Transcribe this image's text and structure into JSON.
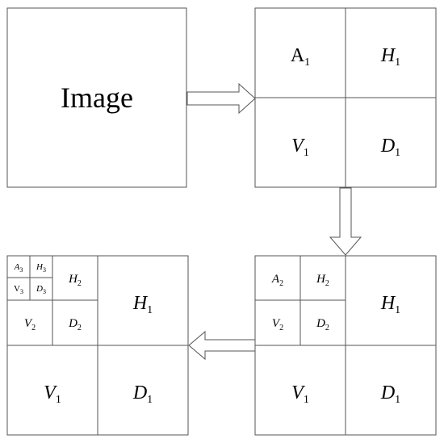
{
  "image_block": {
    "label": "Image"
  },
  "level1": {
    "A": {
      "base": "A",
      "sub": "1"
    },
    "H": {
      "base": "H",
      "sub": "1"
    },
    "V": {
      "base": "V",
      "sub": "1"
    },
    "D": {
      "base": "D",
      "sub": "1"
    }
  },
  "level2": {
    "A2": {
      "base": "A",
      "sub": "2"
    },
    "H2": {
      "base": "H",
      "sub": "2"
    },
    "V2": {
      "base": "V",
      "sub": "2"
    },
    "D2": {
      "base": "D",
      "sub": "2"
    },
    "H1": {
      "base": "H",
      "sub": "1"
    },
    "V1": {
      "base": "V",
      "sub": "1"
    },
    "D1": {
      "base": "D",
      "sub": "1"
    }
  },
  "level3": {
    "A3": {
      "base": "A",
      "sub": "3"
    },
    "H3": {
      "base": "H",
      "sub": "3"
    },
    "V3": {
      "base": "V",
      "sub": "3"
    },
    "D3": {
      "base": "D",
      "sub": "3"
    },
    "H2": {
      "base": "H",
      "sub": "2"
    },
    "V2": {
      "base": "V",
      "sub": "2"
    },
    "D2": {
      "base": "D",
      "sub": "2"
    },
    "H1": {
      "base": "H",
      "sub": "1"
    },
    "V1": {
      "base": "V",
      "sub": "1"
    },
    "D1": {
      "base": "D",
      "sub": "1"
    }
  }
}
